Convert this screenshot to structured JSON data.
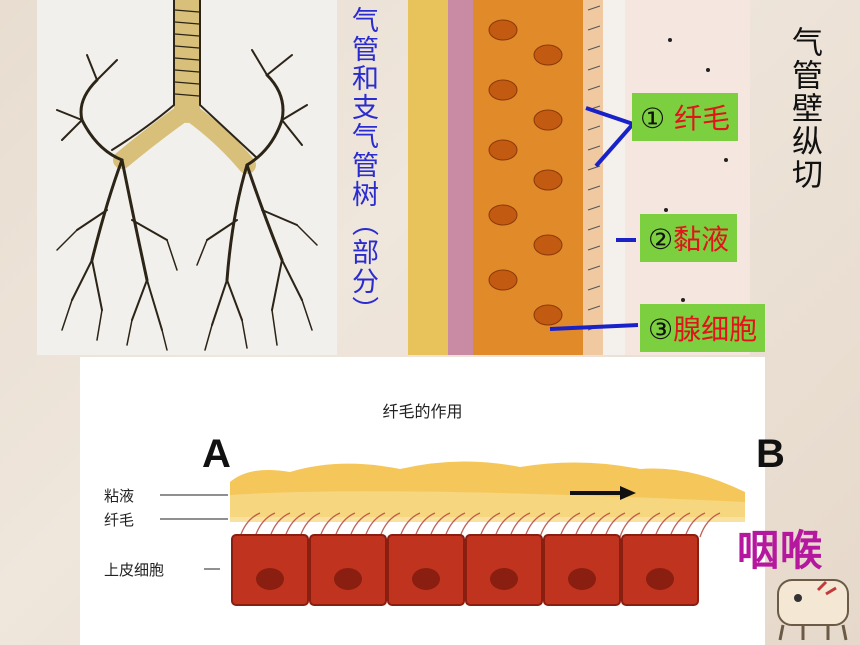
{
  "tree_caption": "气管和支气管树（部分）",
  "wall_caption": "气管壁纵切",
  "labels": {
    "cilia": {
      "num": "①",
      "text": "纤毛"
    },
    "mucus": {
      "num": "②",
      "text": "黏液"
    },
    "gland": {
      "num": "③",
      "text": "腺细胞"
    }
  },
  "cilia_figure": {
    "title": "纤毛的作用",
    "letter_a": "A",
    "letter_b": "B",
    "mucus_label": "粘液",
    "cilia_label": "纤毛",
    "epithelium_label": "上皮细胞",
    "throat_label": "咽喉"
  },
  "colors": {
    "caption_blue": "#2a2cd0",
    "label_green": "#7ccf3e",
    "label_red": "#e0141b",
    "throat_magenta": "#b5179e",
    "cell_red": "#c0341f",
    "mucus_yellow": "#f5c75a"
  }
}
